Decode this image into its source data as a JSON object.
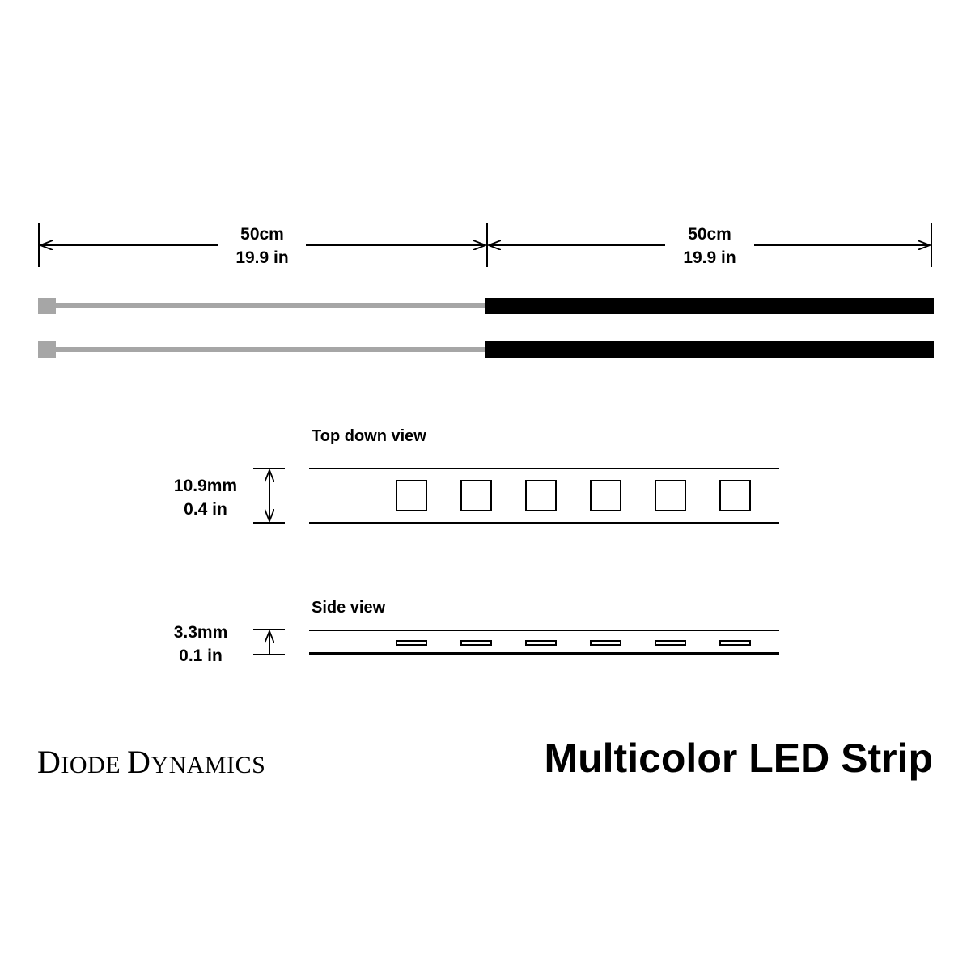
{
  "segments": [
    {
      "name": "lead-wire",
      "length_cm_label": "50cm",
      "length_in_label": "19.9 in",
      "color": "#a6a6a6"
    },
    {
      "name": "led-strip",
      "length_cm_label": "50cm",
      "length_in_label": "19.9 in",
      "color": "#000000"
    }
  ],
  "strip_count": 2,
  "top_view": {
    "title": "Top down view",
    "width_mm_label": "10.9mm",
    "width_in_label": "0.4 in",
    "led_count": 6
  },
  "side_view": {
    "title": "Side view",
    "height_mm_label": "3.3mm",
    "height_in_label": "0.1 in",
    "led_count": 6
  },
  "brand": {
    "name": "Diode Dynamics",
    "first_initial": "D",
    "first_rest": "IODE",
    "second_initial": "D",
    "second_rest": "YNAMICS"
  },
  "product_title": "Multicolor LED Strip",
  "colors": {
    "wire": "#a6a6a6",
    "strip": "#000000",
    "line": "#000000",
    "background": "#ffffff"
  }
}
